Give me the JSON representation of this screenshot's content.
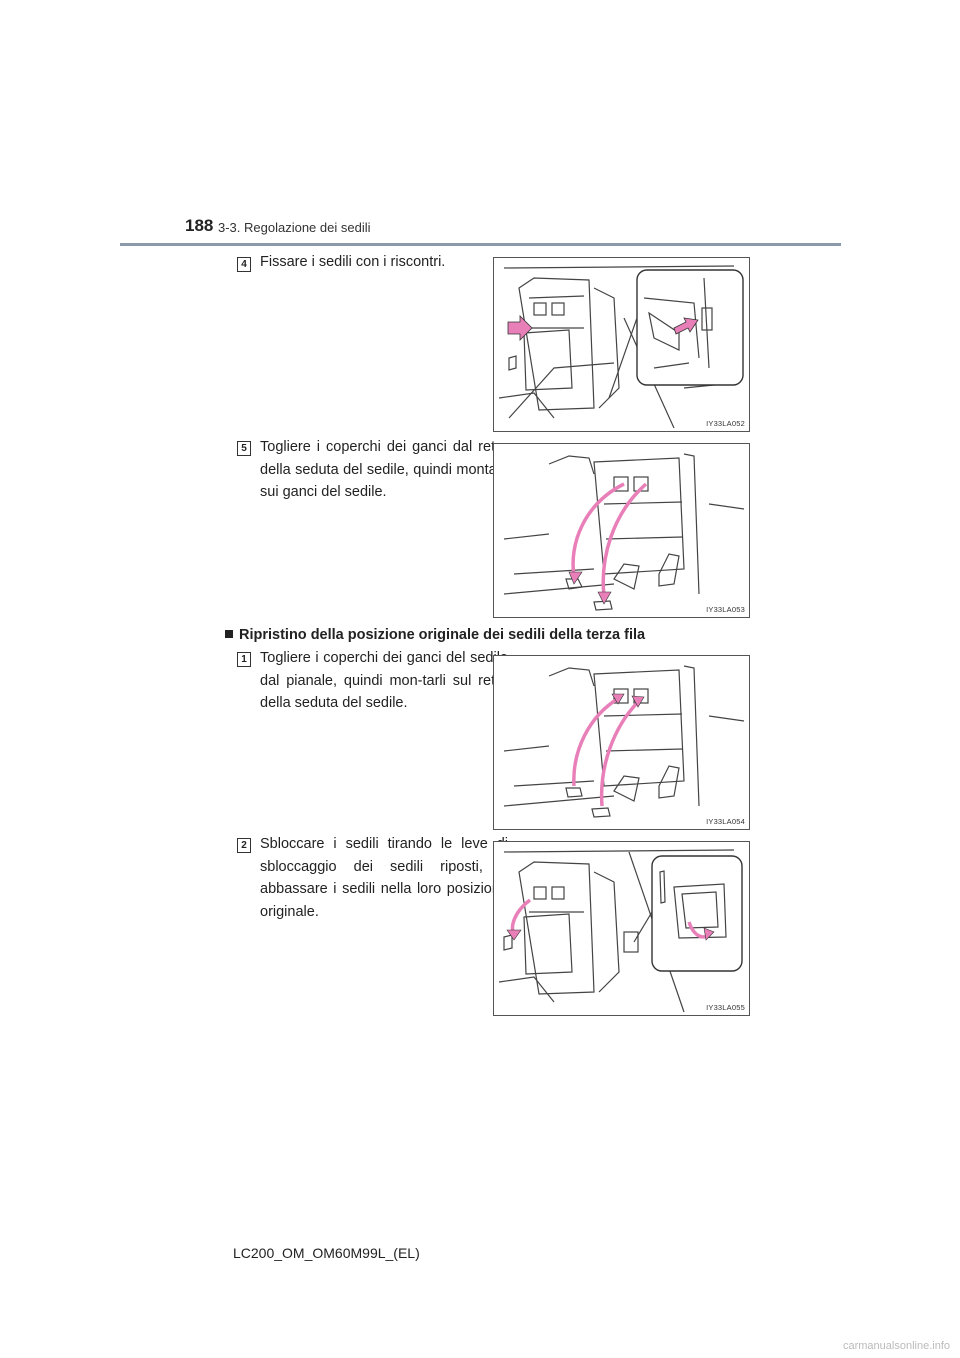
{
  "header": {
    "page_number": "188",
    "section": "3-3. Regolazione dei sedili"
  },
  "steps_a": [
    {
      "badge": "4",
      "text": "Fissare i sedili con i riscontri.",
      "figure_id": "IY33LA052"
    },
    {
      "badge": "5",
      "text": "Togliere i coperchi dei ganci dal retro della seduta del sedile, quindi montarli sui ganci del sedile.",
      "figure_id": "IY33LA053"
    }
  ],
  "subheading": "Ripristino della posizione originale dei sedili della terza fila",
  "steps_b": [
    {
      "badge": "1",
      "text": "Togliere i coperchi dei ganci del sedile dal pianale, quindi mon-tarli sul retro della seduta del sedile.",
      "figure_id": "IY33LA054"
    },
    {
      "badge": "2",
      "text": "Sbloccare i sedili tirando le leve di sbloccaggio dei sedili riposti, e abbassare i sedili nella loro posizione originale.",
      "figure_id": "IY33LA055"
    }
  ],
  "footer": {
    "code": "LC200_OM_OM60M99L_(EL)"
  },
  "watermark": "carmanualsonline.info",
  "colors": {
    "arrow": "#e87fb8",
    "rule": "#8a9aa8"
  }
}
